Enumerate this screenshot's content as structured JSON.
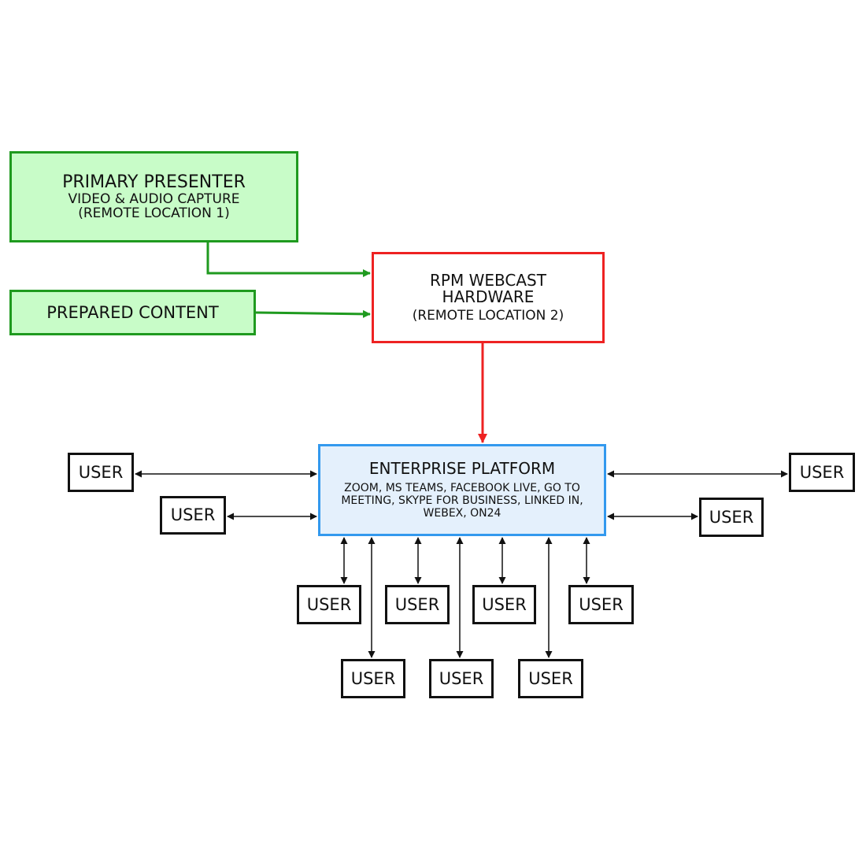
{
  "colors": {
    "source_fill": "#c8fcc8",
    "source_border": "#1f9a1f",
    "hardware_border": "#ee2222",
    "platform_fill": "#e4f0fc",
    "platform_border": "#3399ee",
    "user_border": "#111111"
  },
  "nodes": {
    "primary_presenter": {
      "line1": "PRIMARY PRESENTER",
      "line2": "VIDEO & AUDIO CAPTURE",
      "line3": "(REMOTE LOCATION 1)"
    },
    "prepared_content": {
      "label": "PREPARED CONTENT"
    },
    "rpm_webcast": {
      "line1": "RPM WEBCAST",
      "line2": "HARDWARE",
      "line3": "(REMOTE LOCATION 2)"
    },
    "enterprise_platform": {
      "title": "ENTERPRISE PLATFORM",
      "platforms": "ZOOM, MS TEAMS, FACEBOOK LIVE, GO TO MEETING, SKYPE FOR BUSINESS, LINKED IN, WEBEX, ON24"
    },
    "users": [
      "USER",
      "USER",
      "USER",
      "USER",
      "USER",
      "USER",
      "USER",
      "USER",
      "USER",
      "USER",
      "USER"
    ]
  },
  "edges": [
    {
      "from": "primary_presenter",
      "to": "rpm_webcast",
      "direction": "one-way",
      "color": "#1f9a1f"
    },
    {
      "from": "prepared_content",
      "to": "rpm_webcast",
      "direction": "one-way",
      "color": "#1f9a1f"
    },
    {
      "from": "rpm_webcast",
      "to": "enterprise_platform",
      "direction": "one-way",
      "color": "#ee2222"
    },
    {
      "from": "enterprise_platform",
      "to": "users",
      "direction": "two-way",
      "color": "#111111"
    }
  ]
}
